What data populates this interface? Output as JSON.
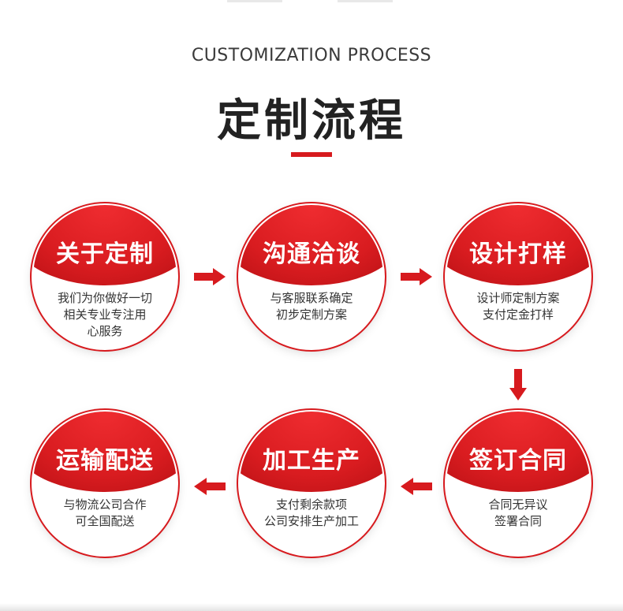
{
  "header": {
    "subtitle": "CUSTOMIZATION PROCESS",
    "title": "定制流程"
  },
  "colors": {
    "accent": "#d71a1e",
    "text": "#333333"
  },
  "steps": [
    {
      "title": "关于定制",
      "lines": [
        "我们为你做好一切",
        "相关专业专注用",
        "心服务"
      ]
    },
    {
      "title": "沟通洽谈",
      "lines": [
        "与客服联系确定",
        "初步定制方案"
      ]
    },
    {
      "title": "设计打样",
      "lines": [
        "设计师定制方案",
        "支付定金打样"
      ]
    },
    {
      "title": "签订合同",
      "lines": [
        "合同无异议",
        "签署合同"
      ]
    },
    {
      "title": "加工生产",
      "lines": [
        "支付剩余款项",
        "公司安排生产加工"
      ]
    },
    {
      "title": "运输配送",
      "lines": [
        "与物流公司合作",
        "可全国配送"
      ]
    }
  ],
  "arrows": [
    {
      "name": "arrow-right-icon",
      "direction": "right"
    },
    {
      "name": "arrow-right-icon",
      "direction": "right"
    },
    {
      "name": "arrow-down-icon",
      "direction": "down"
    },
    {
      "name": "arrow-left-icon",
      "direction": "left"
    },
    {
      "name": "arrow-left-icon",
      "direction": "left"
    }
  ]
}
